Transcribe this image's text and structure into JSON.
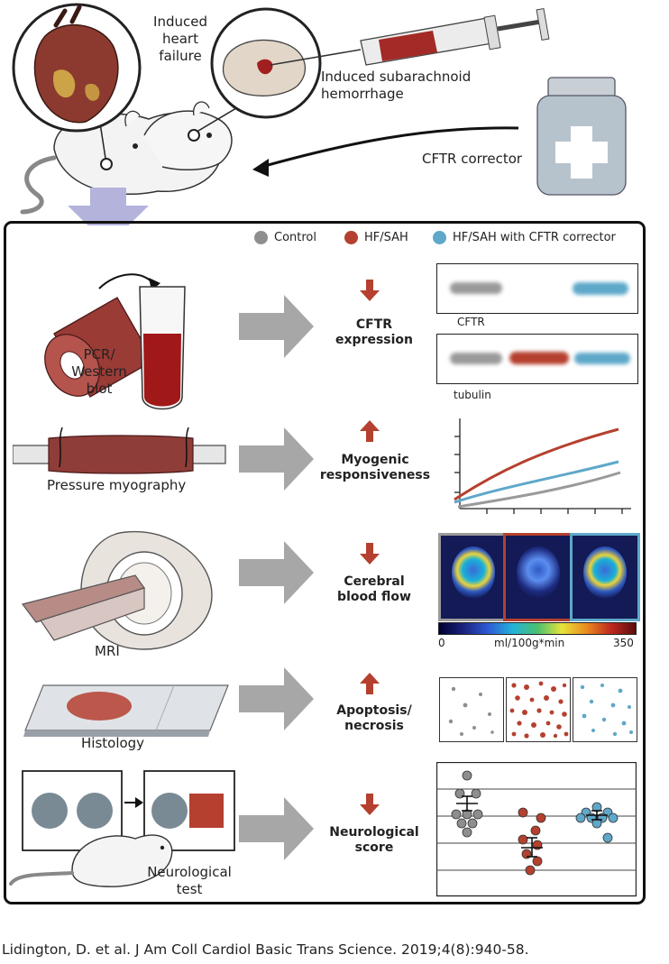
{
  "top": {
    "heart_label": "Induced heart failure",
    "heart_label_lines": [
      "Induced",
      "heart",
      "failure"
    ],
    "sah_label_lines": [
      "Induced subarachnoid",
      "hemorrhage"
    ],
    "corrector_label": "CFTR corrector"
  },
  "legend": [
    {
      "label": "Control",
      "color": "#8e8e8e"
    },
    {
      "label": "HF/SAH",
      "color": "#b5402f"
    },
    {
      "label": "HF/SAH with CFTR corrector",
      "color": "#5fa8c9"
    }
  ],
  "rows": [
    {
      "method": [
        "PCR/",
        "Western",
        "blot"
      ],
      "direction": "down",
      "outcome": [
        "CFTR",
        "expression"
      ]
    },
    {
      "method": [
        "Pressure myography"
      ],
      "direction": "up",
      "outcome": [
        "Myogenic",
        "responsiveness"
      ]
    },
    {
      "method": [
        "MRI"
      ],
      "direction": "down",
      "outcome": [
        "Cerebral",
        "blood flow"
      ]
    },
    {
      "method": [
        "Histology"
      ],
      "direction": "up",
      "outcome": [
        "Apoptosis/",
        "necrosis"
      ]
    },
    {
      "method": [
        "Neurological",
        "test"
      ],
      "direction": "down",
      "outcome": [
        "Neurological",
        "score"
      ]
    }
  ],
  "blot": {
    "band1": "CFTR",
    "band2": "tubulin"
  },
  "colorbar": {
    "min": "0",
    "unit": "ml/100g*min",
    "max": "350"
  },
  "citation": "Lidington, D. et al. J Am Coll Cardiol Basic Trans Science. 2019;4(8):940-58."
}
